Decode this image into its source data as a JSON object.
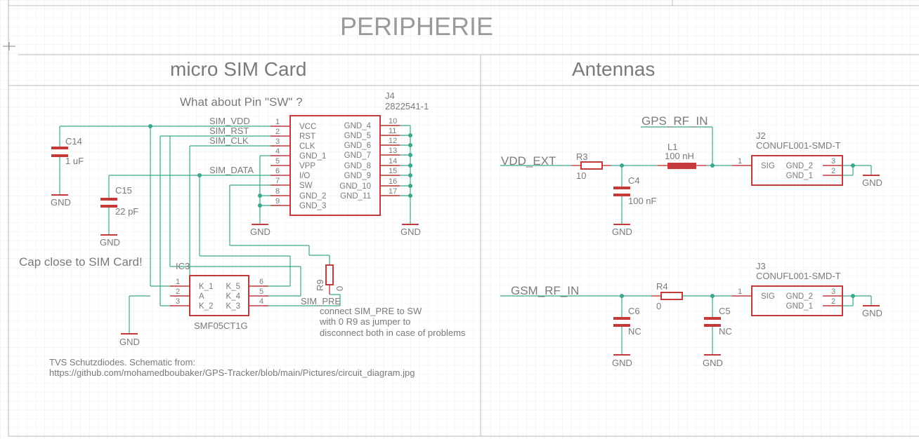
{
  "sheet_title": "PERIPHERIE",
  "sections": {
    "sim": "micro SIM Card",
    "antennas": "Antennas"
  },
  "notes": {
    "sw_question": "What about Pin \"SW\" ?",
    "cap_close": "Cap close to SIM Card!",
    "connect_1": "connect SIM_PRE to SW",
    "connect_2": "with 0 R9 as jumper to",
    "connect_3": "disconnect both in case of problems",
    "tvs_1": "TVS Schutzdiodes. Schematic from:",
    "tvs_2": "https://github.com/mohamedboubaker/GPS-Tracker/blob/main/Pictures/circuit_diagram.jpg"
  },
  "j4": {
    "ref": "J4",
    "value": "2822541-1",
    "left_pins": [
      {
        "num": "1",
        "name": "VCC"
      },
      {
        "num": "2",
        "name": "RST"
      },
      {
        "num": "3",
        "name": "CLK"
      },
      {
        "num": "4",
        "name": "GND_1"
      },
      {
        "num": "5",
        "name": "VPP"
      },
      {
        "num": "6",
        "name": "I/O"
      },
      {
        "num": "7",
        "name": "SW"
      },
      {
        "num": "8",
        "name": "GND_2"
      },
      {
        "num": "9",
        "name": "GND_3"
      }
    ],
    "right_pins": [
      {
        "num": "10",
        "name": "GND_4"
      },
      {
        "num": "11",
        "name": "GND_5"
      },
      {
        "num": "12",
        "name": "GND_6"
      },
      {
        "num": "13",
        "name": "GND_7"
      },
      {
        "num": "14",
        "name": "GND_8"
      },
      {
        "num": "15",
        "name": "GND_9"
      },
      {
        "num": "16",
        "name": "GND_10"
      },
      {
        "num": "17",
        "name": "GND_11"
      }
    ]
  },
  "ic3": {
    "ref": "IC3",
    "value": "SMF05CT1G",
    "left_pins": [
      {
        "num": "1",
        "name": "K_1"
      },
      {
        "num": "2",
        "name": "A"
      },
      {
        "num": "3",
        "name": "K_2"
      }
    ],
    "right_pins": [
      {
        "num": "6",
        "name": "K_5"
      },
      {
        "num": "5",
        "name": "K_4"
      },
      {
        "num": "4",
        "name": "K_3"
      }
    ]
  },
  "nets": {
    "sim_vdd": "SIM_VDD",
    "sim_rst": "SIM_RST",
    "sim_clk": "SIM_CLK",
    "sim_data": "SIM_DATA",
    "sim_pre": "SIM_PRE",
    "vdd_ext": "VDD_EXT",
    "gps_rf_in": "GPS_RF_IN",
    "gsm_rf_in": "GSM_RF_IN"
  },
  "components": {
    "c14": {
      "ref": "C14",
      "value": "1 uF"
    },
    "c15": {
      "ref": "C15",
      "value": "22 pF"
    },
    "r9": {
      "ref": "R9",
      "value": "0"
    },
    "r3": {
      "ref": "R3",
      "value": "10"
    },
    "c4": {
      "ref": "C4",
      "value": "100 nF"
    },
    "l1": {
      "ref": "L1",
      "value": "100 nH"
    },
    "r4": {
      "ref": "R4",
      "value": "0"
    },
    "c6": {
      "ref": "C6",
      "value": "NC"
    },
    "c5": {
      "ref": "C5",
      "value": "NC"
    }
  },
  "connectors": {
    "j2": {
      "ref": "J2",
      "value": "CONUFL001-SMD-T"
    },
    "j3": {
      "ref": "J3",
      "value": "CONUFL001-SMD-T"
    },
    "pins": [
      {
        "num": "1",
        "name": "SIG"
      },
      {
        "num": "3",
        "name": "GND_2"
      },
      {
        "num": "2",
        "name": "GND_1"
      }
    ]
  },
  "gnd_label": "GND",
  "colors": {
    "wire": "#3aa88c",
    "part": "#c43a3a",
    "text": "#7a7a7a",
    "grid": "#ececec",
    "frame": "#bdbdbd"
  }
}
